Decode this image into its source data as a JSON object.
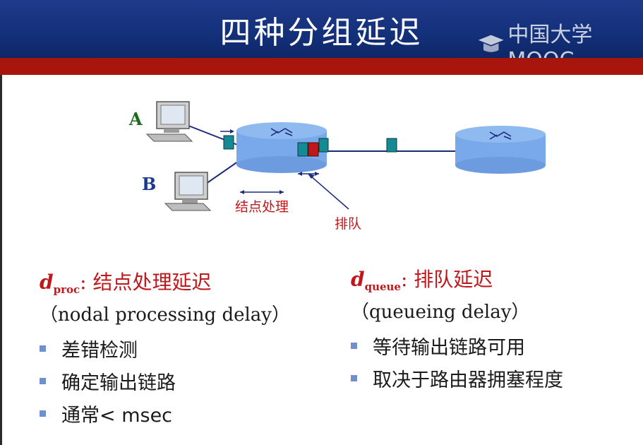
{
  "slide": {
    "title": "四种分组延迟",
    "watermark": "中国大学MOOC"
  },
  "diagram": {
    "host_a_label": "A",
    "host_b_label": "B",
    "nodal_label": "结点处理",
    "queue_label": "排队"
  },
  "left": {
    "symbol": "d",
    "subscript": "proc",
    "heading": ": 结点处理延迟",
    "subheading": "（nodal processing delay）",
    "bullets": [
      "差错检测",
      "确定输出链路",
      "通常< msec"
    ]
  },
  "right": {
    "symbol": "d",
    "subscript": "queue",
    "heading": ": 排队延迟",
    "subheading": "（queueing delay）",
    "bullets": [
      "等待输出链路可用",
      "取决于路由器拥塞程度"
    ]
  },
  "colors": {
    "header_blue": "#16337e",
    "header_red": "#a8150d",
    "router_blue": "#79a9ea",
    "packet_teal": "#138a94",
    "packet_red": "#c0171b",
    "label_red": "#c0171b",
    "label_green": "#1d6b1d",
    "label_blue": "#1b3a8c"
  }
}
